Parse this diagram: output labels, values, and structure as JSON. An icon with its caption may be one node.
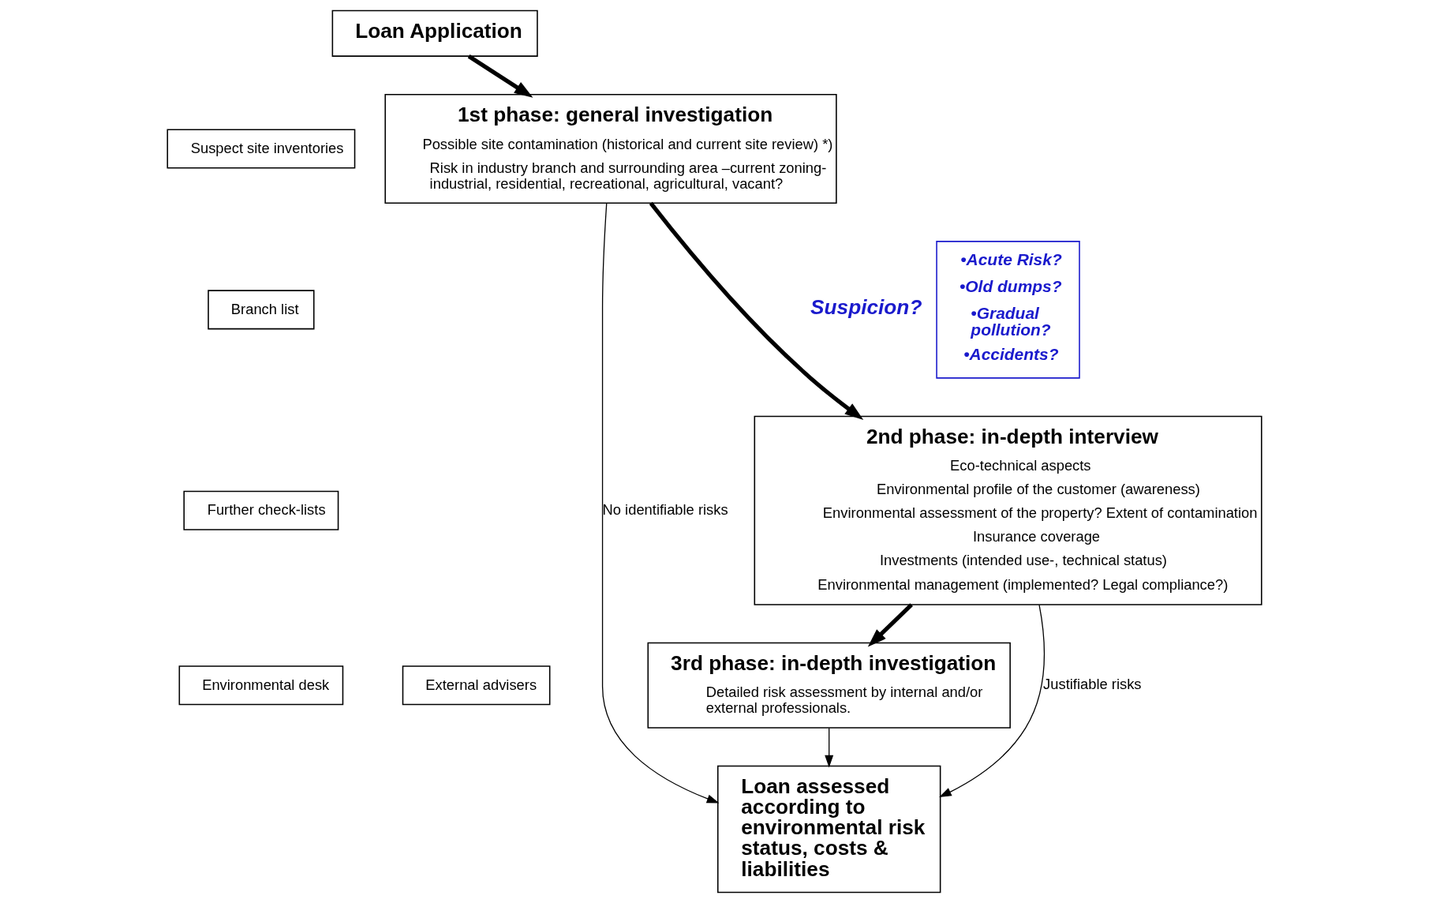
{
  "diagram": {
    "nodes": [
      {
        "text": [
          "Loan Application"
        ]
      },
      {
        "text": [
          "Suspect site inventories"
        ]
      },
      {
        "text": [
          "Branch list"
        ]
      },
      {
        "text": [
          "•Acute Risk?",
          "•Old dumps?",
          "•Gradual pollution?",
          "•Accidents?"
        ]
      },
      {
        "text": [
          "1st phase: general investigation",
          "Possible site contamination (historical and current site review) *)",
          "Risk in industry branch and surrounding area –current zoning- industrial, residential, recreational, agricultural, vacant?"
        ]
      },
      {
        "text": [
          "2nd phase: in-depth interview",
          "Eco-technical aspects",
          "Environmental profile of the customer (awareness)",
          "Environmental assessment of the property? Extent of contamination",
          "Insurance coverage",
          "Investments (intended use-, technical status)",
          "Environmental management (implemented? Legal compliance?)"
        ]
      },
      {
        "text": [
          "Further check-lists"
        ]
      },
      {
        "text": [
          "Environmental desk"
        ]
      },
      {
        "text": [
          "External advisers"
        ]
      },
      {
        "text": [
          "3rd phase: in-depth investigation",
          "Detailed risk assessment by internal and/or external professionals."
        ]
      },
      {
        "text": [
          "Loan assessed according to environmental risk status, costs & liabilities"
        ]
      }
    ],
    "edges": [
      {
        "from": 0,
        "to": 4,
        "arrow": "to",
        "style": "thick"
      },
      {
        "from": 4,
        "to": 5,
        "arrow": "to",
        "style": "thick",
        "label": "Suspicion?"
      },
      {
        "from": 4,
        "to": 10,
        "arrow": "to",
        "label": "No identifiable risks"
      },
      {
        "from": 5,
        "to": 9,
        "arrow": "to",
        "style": "thick"
      },
      {
        "from": 5,
        "to": 10,
        "arrow": "to",
        "label": "Justifiable risks"
      },
      {
        "from": 9,
        "to": 10,
        "arrow": "to"
      }
    ]
  }
}
